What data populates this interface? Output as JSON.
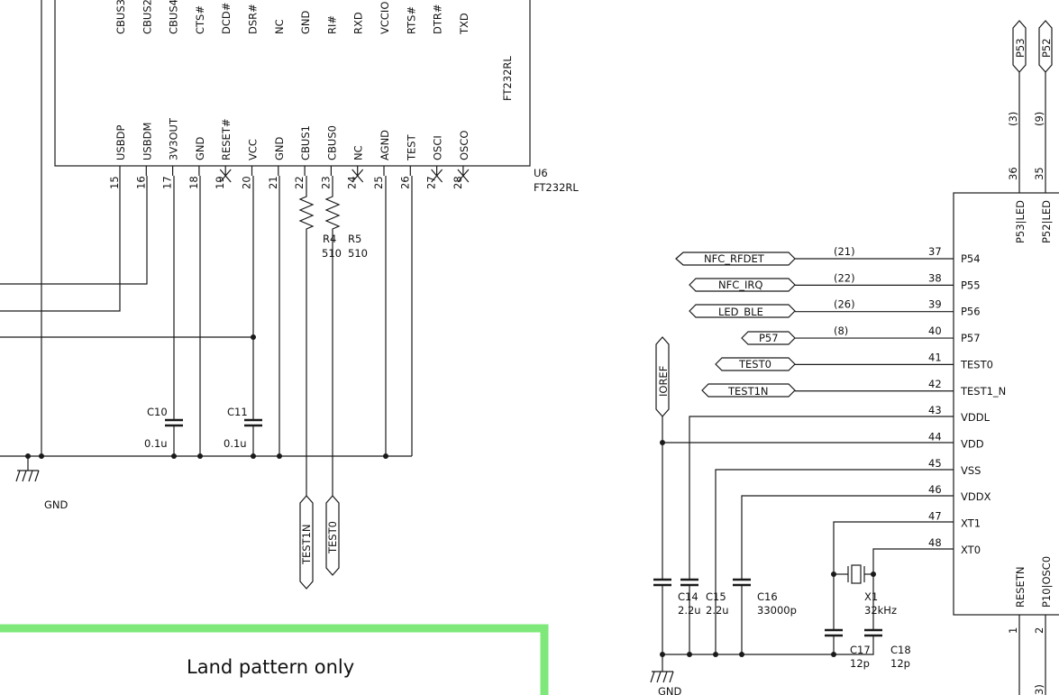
{
  "u6": {
    "name": "FT232RL",
    "ref": "U6",
    "value": "FT232RL",
    "top_pins": [
      "CBUS3",
      "CBUS2",
      "CBUS4",
      "CTS#",
      "DCD#",
      "DSR#",
      "NC",
      "GND",
      "RI#",
      "RXD",
      "VCCIO",
      "RTS#",
      "DTR#",
      "TXD"
    ],
    "bottom_pins": [
      {
        "name": "USBDP",
        "num": "15"
      },
      {
        "name": "USBDM",
        "num": "16"
      },
      {
        "name": "3V3OUT",
        "num": "17"
      },
      {
        "name": "GND",
        "num": "18"
      },
      {
        "name": "RESET#",
        "num": "19"
      },
      {
        "name": "VCC",
        "num": "20"
      },
      {
        "name": "GND",
        "num": "21"
      },
      {
        "name": "CBUS1",
        "num": "22"
      },
      {
        "name": "CBUS0",
        "num": "23"
      },
      {
        "name": "NC",
        "num": "24"
      },
      {
        "name": "AGND",
        "num": "25"
      },
      {
        "name": "TEST",
        "num": "26"
      },
      {
        "name": "OSCI",
        "num": "27"
      },
      {
        "name": "OSCO",
        "num": "28"
      }
    ]
  },
  "resistors": [
    {
      "ref": "R4",
      "value": "510"
    },
    {
      "ref": "R5",
      "value": "510"
    }
  ],
  "left_caps": [
    {
      "ref": "C10",
      "value": "0.1u"
    },
    {
      "ref": "C11",
      "value": "0.1u"
    }
  ],
  "left_ground_label": "GND",
  "left_ports": [
    "TEST1N",
    "TEST0"
  ],
  "land_pattern_text": "Land pattern only",
  "mcu": {
    "top_ports": [
      {
        "name": "P53",
        "sheet_ref": "(3)",
        "pin": "36",
        "pin_label": "P53|LED"
      },
      {
        "name": "P52",
        "sheet_ref": "(9)",
        "pin": "35",
        "pin_label": "P52|LED"
      }
    ],
    "left_pins": [
      {
        "num": "37",
        "name": "P54",
        "net": "NFC_RFDET",
        "sheet_ref": "(21)"
      },
      {
        "num": "38",
        "name": "P55",
        "net": "NFC_IRQ",
        "sheet_ref": "(22)"
      },
      {
        "num": "39",
        "name": "P56",
        "net": "LED_BLE",
        "sheet_ref": "(26)"
      },
      {
        "num": "40",
        "name": "P57",
        "net": "P57",
        "sheet_ref": "(8)"
      },
      {
        "num": "41",
        "name": "TEST0",
        "net": "TEST0",
        "sheet_ref": ""
      },
      {
        "num": "42",
        "name": "TEST1_N",
        "net": "TEST1N",
        "sheet_ref": ""
      },
      {
        "num": "43",
        "name": "VDDL",
        "net": "",
        "sheet_ref": ""
      },
      {
        "num": "44",
        "name": "VDD",
        "net": "",
        "sheet_ref": ""
      },
      {
        "num": "45",
        "name": "VSS",
        "net": "",
        "sheet_ref": ""
      },
      {
        "num": "46",
        "name": "VDDX",
        "net": "",
        "sheet_ref": ""
      },
      {
        "num": "47",
        "name": "XT1",
        "net": "",
        "sheet_ref": ""
      },
      {
        "num": "48",
        "name": "XT0",
        "net": "",
        "sheet_ref": ""
      }
    ],
    "bottom_pins": [
      {
        "num": "1",
        "name": "RESETN"
      },
      {
        "num": "2",
        "name": "P10|OSC0"
      }
    ],
    "bottom_cut_label": "3)"
  },
  "ioref_label": "IOREF",
  "right_caps": [
    {
      "ref": "C14",
      "value": "2.2u"
    },
    {
      "ref": "C15",
      "value": "2.2u"
    },
    {
      "ref": "C16",
      "value": "33000p"
    },
    {
      "ref": "C17",
      "value": "12p"
    },
    {
      "ref": "C18",
      "value": "12p"
    }
  ],
  "crystal": {
    "ref": "X1",
    "value": "32kHz"
  },
  "right_ground_label": "GND"
}
